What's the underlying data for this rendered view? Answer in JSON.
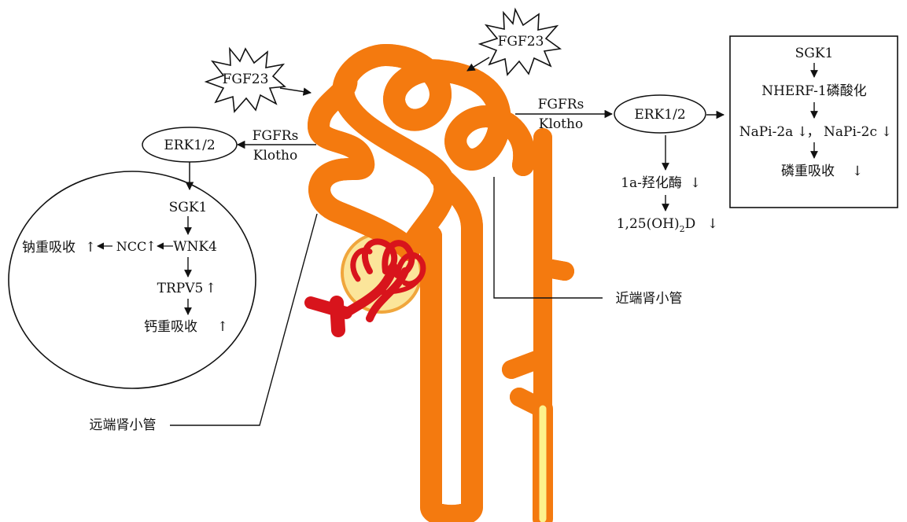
{
  "colors": {
    "tubule_outer": "#f47a0f",
    "tubule_inner": "#fdf28c",
    "glomerulus": "#d8141c",
    "capsule": "#fbe59a",
    "line": "#111111",
    "background": "#ffffff"
  },
  "fgf23_left": "FGF23",
  "fgf23_top": "FGF23",
  "left_pathway": {
    "receptor": "FGFRs",
    "cofactor": "Klotho",
    "erk": "ERK1/2",
    "sgk1": "SGK1",
    "wnk4": "WNK4",
    "ncc": "NCC",
    "na_reabsorption": "钠重吸收",
    "trpv5": "TRPV5",
    "ca_reabsorption": "钙重吸收"
  },
  "right_pathway": {
    "receptor": "FGFRs",
    "cofactor": "Klotho",
    "erk": "ERK1/2",
    "hydroxylase": "1a-羟化酶",
    "vitd": "1,25(OH)",
    "vitd_sub": "2",
    "vitd_tail": "D",
    "sgk1": "SGK1",
    "nherf": "NHERF-1磷酸化",
    "napi2a": "NaPi-2a",
    "napi_sep": "，",
    "napi2c": "NaPi-2c",
    "p_reabsorption": "磷重吸收"
  },
  "labels": {
    "proximal": "近端肾小管",
    "distal": "远端肾小管"
  },
  "symbols": {
    "up": "↑",
    "down": "↓",
    "left": "←",
    "right": "→"
  }
}
